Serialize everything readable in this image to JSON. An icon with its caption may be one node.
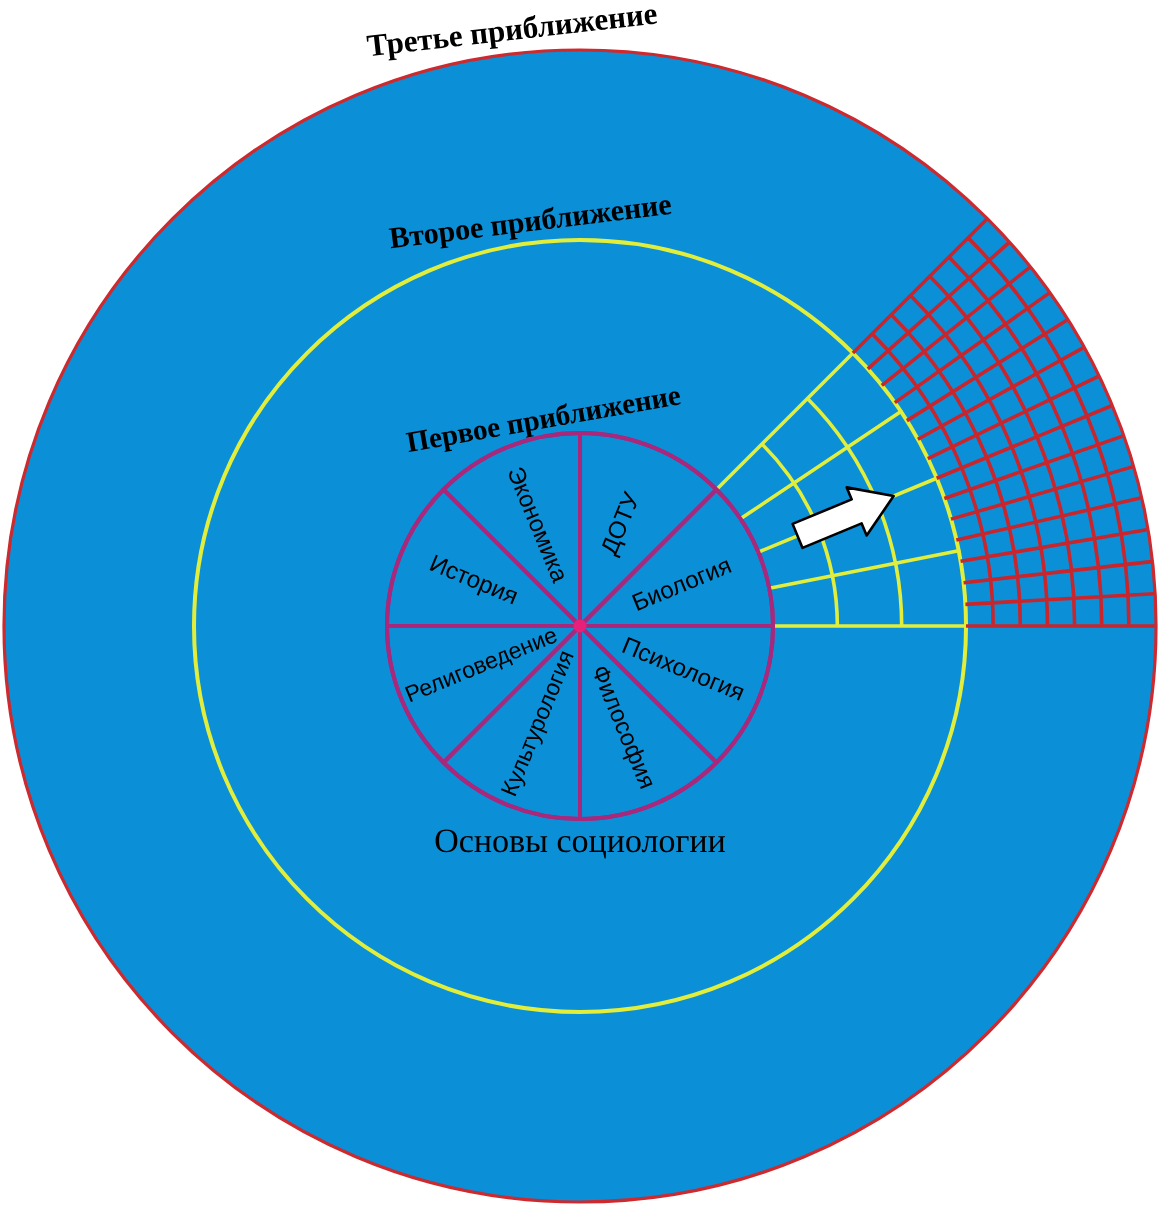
{
  "diagram": {
    "nodes": [
      {
        "text": [
          "Третье приближение"
        ]
      },
      {
        "text": [
          "Второе приближение"
        ],
        "in": 0
      },
      {
        "text": [
          "Первое приближение",
          "Основы социологии"
        ],
        "in": 1
      },
      {
        "text": [
          "Экономика"
        ],
        "in": 2
      },
      {
        "text": [
          "ДОТУ"
        ],
        "in": 2
      },
      {
        "text": [
          "История"
        ],
        "in": 2
      },
      {
        "text": [
          "Биология"
        ],
        "in": 2
      },
      {
        "text": [
          "Религоведение"
        ],
        "in": 2
      },
      {
        "text": [
          "Психология"
        ],
        "in": 2
      },
      {
        "text": [
          "Культурология"
        ],
        "in": 2
      },
      {
        "text": [
          "Философия"
        ],
        "in": 2
      }
    ]
  }
}
